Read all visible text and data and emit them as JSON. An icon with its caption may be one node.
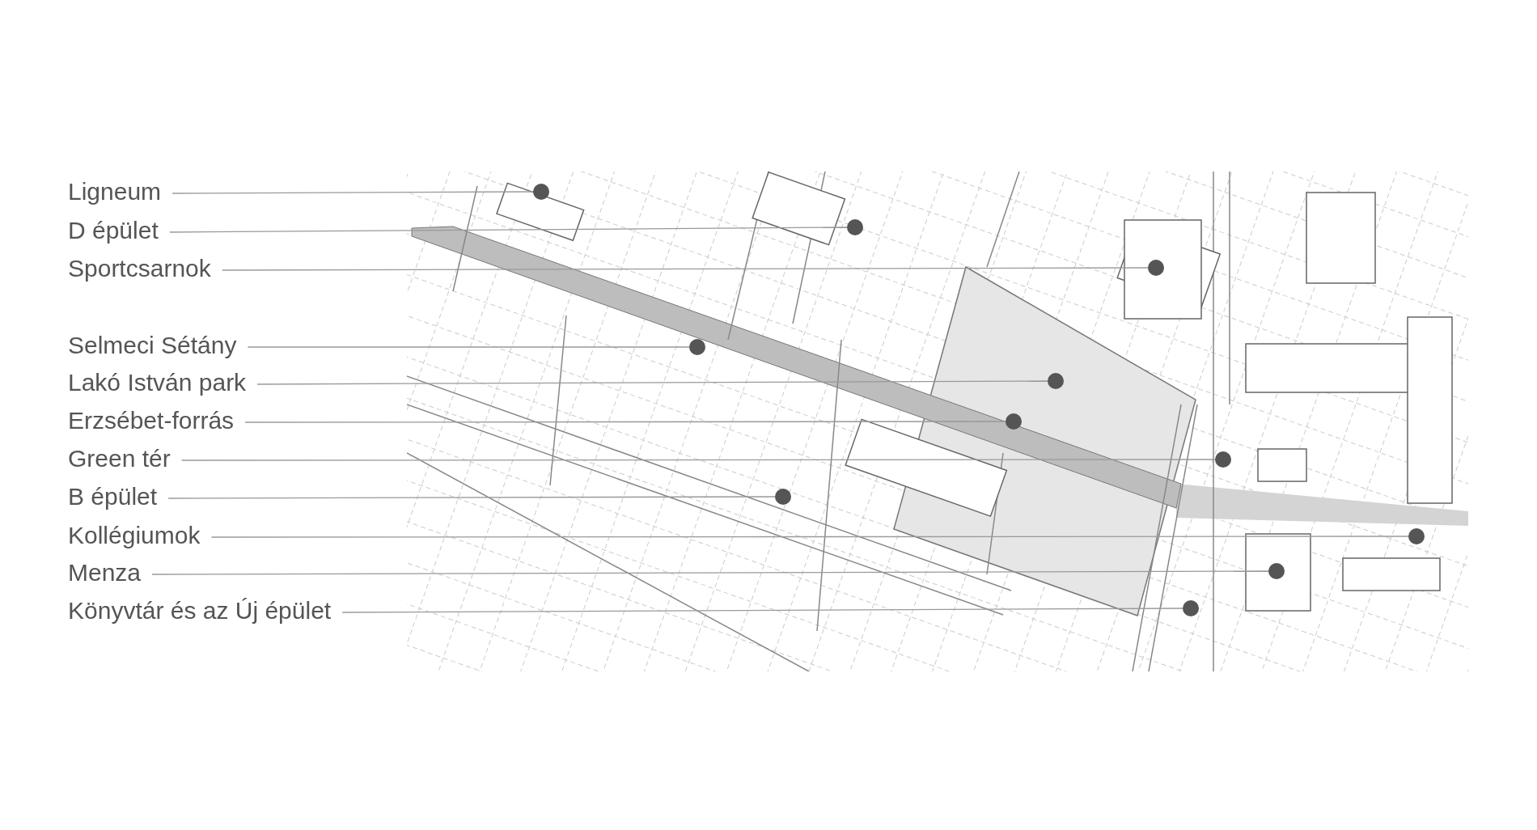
{
  "diagram": {
    "nodes": [
      {
        "text": [
          "Ligneum"
        ]
      },
      {
        "text": [
          "D épület"
        ]
      },
      {
        "text": [
          "Sportcsarnok"
        ]
      },
      {
        "text": [
          "Selmeci Sétány"
        ]
      },
      {
        "text": [
          "Lakó István park"
        ]
      },
      {
        "text": [
          "Erzsébet-forrás"
        ]
      },
      {
        "text": [
          "Green tér"
        ]
      },
      {
        "text": [
          "B épület"
        ]
      },
      {
        "text": [
          "Kollégiumok"
        ]
      },
      {
        "text": [
          "Menza"
        ]
      },
      {
        "text": [
          "Könyvtár és az Új épület"
        ]
      },
      {
        "text": [],
        "shape": "circle"
      },
      {
        "text": [],
        "shape": "circle"
      },
      {
        "text": [],
        "shape": "circle"
      },
      {
        "text": [],
        "shape": "circle"
      },
      {
        "text": [],
        "shape": "circle"
      },
      {
        "text": [],
        "shape": "circle"
      },
      {
        "text": [],
        "shape": "circle"
      },
      {
        "text": [],
        "shape": "circle"
      },
      {
        "text": [],
        "shape": "circle"
      },
      {
        "text": [],
        "shape": "circle"
      },
      {
        "text": [],
        "shape": "circle"
      }
    ],
    "edges": [
      {
        "from": 0,
        "to": 11,
        "arrow": "none"
      },
      {
        "from": 1,
        "to": 12,
        "arrow": "none"
      },
      {
        "from": 2,
        "to": 13,
        "arrow": "none"
      },
      {
        "from": 3,
        "to": 14,
        "arrow": "none"
      },
      {
        "from": 4,
        "to": 15,
        "arrow": "none"
      },
      {
        "from": 5,
        "to": 16,
        "arrow": "none"
      },
      {
        "from": 6,
        "to": 17,
        "arrow": "none"
      },
      {
        "from": 7,
        "to": 18,
        "arrow": "none"
      },
      {
        "from": 8,
        "to": 19,
        "arrow": "none"
      },
      {
        "from": 9,
        "to": 20,
        "arrow": "none"
      },
      {
        "from": 10,
        "to": 21,
        "arrow": "none"
      }
    ]
  }
}
